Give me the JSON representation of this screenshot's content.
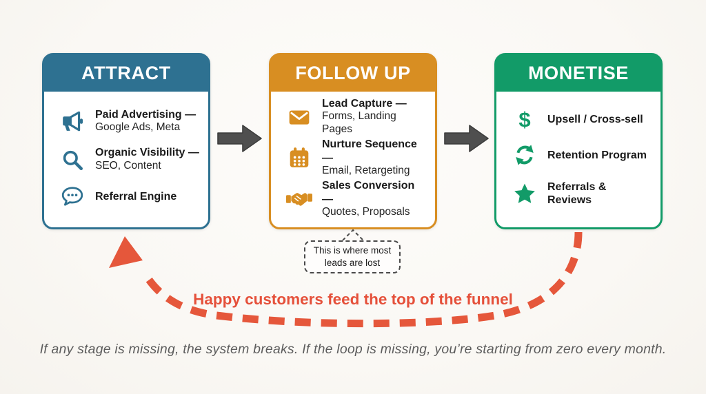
{
  "cards": [
    {
      "title": "ATTRACT",
      "color": "#2E7191",
      "items": [
        {
          "icon": "megaphone-icon",
          "title": "Paid Advertising —",
          "subtitle": "Google Ads, Meta"
        },
        {
          "icon": "magnifier-icon",
          "title": "Organic Visibility —",
          "subtitle": "SEO, Content"
        },
        {
          "icon": "speech-bubble-icon",
          "title": "Referral Engine",
          "subtitle": ""
        }
      ]
    },
    {
      "title": "FOLLOW UP",
      "color": "#D88E22",
      "items": [
        {
          "icon": "envelope-icon",
          "title": "Lead Capture —",
          "subtitle": "Forms, Landing Pages"
        },
        {
          "icon": "calendar-icon",
          "title": "Nurture Sequence —",
          "subtitle": "Email, Retargeting"
        },
        {
          "icon": "handshake-icon",
          "title": "Sales Conversion —",
          "subtitle": "Quotes, Proposals"
        }
      ]
    },
    {
      "title": "MONETISE",
      "color": "#129B68",
      "items": [
        {
          "icon": "dollar-icon",
          "title": "Upsell / Cross-sell",
          "subtitle": ""
        },
        {
          "icon": "refresh-icon",
          "title": "Retention Program",
          "subtitle": ""
        },
        {
          "icon": "star-icon",
          "title": "Referrals & Reviews",
          "subtitle": ""
        }
      ]
    }
  ],
  "callout": {
    "line1": "This is where most",
    "line2": "leads are lost"
  },
  "loop": {
    "label": "Happy customers feed the top of the funnel",
    "color": "#E5573B"
  },
  "footer": {
    "text": "If any stage is missing, the system breaks. If the loop is missing, you’re starting from zero every month."
  },
  "flow": {
    "arrow_color": "#4F4F4F"
  },
  "icons": {
    "dollar_glyph": "$"
  }
}
